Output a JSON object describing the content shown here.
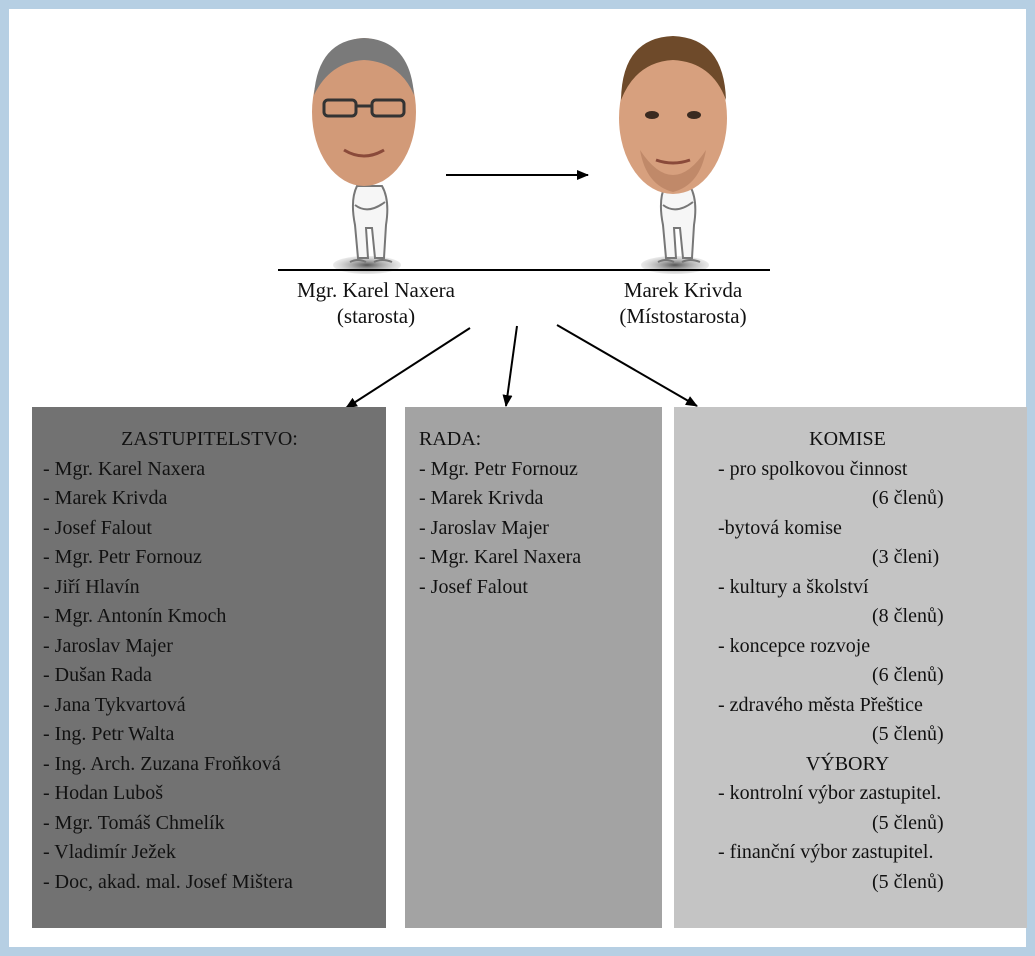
{
  "people": {
    "mayor": {
      "name": "Mgr. Karel Naxera",
      "role": "(starosta)"
    },
    "deputy": {
      "name": "Marek Krivda",
      "role": "(Místostarosta)"
    }
  },
  "zastupitelstvo": {
    "title": "ZASTUPITELSTVO:",
    "members": [
      "- Mgr. Karel Naxera",
      "- Marek Krivda",
      "- Josef Falout",
      "- Mgr. Petr Fornouz",
      "- Jiří Hlavín",
      "- Mgr. Antonín Kmoch",
      "- Jaroslav Majer",
      "- Dušan Rada",
      "- Jana Tykvartová",
      "- Ing. Petr Walta",
      "- Ing. Arch. Zuzana Froňková",
      "- Hodan Luboš",
      "- Mgr. Tomáš Chmelík",
      "- Vladimír Ježek",
      "- Doc, akad. mal. Josef Mištera"
    ]
  },
  "rada": {
    "title": "RADA:",
    "members": [
      "- Mgr. Petr Fornouz",
      "- Marek Krivda",
      "- Jaroslav Majer",
      "- Mgr. Karel Naxera",
      "- Josef Falout"
    ]
  },
  "komise": {
    "title": "KOMISE",
    "items": [
      {
        "name": "- pro spolkovou činnost",
        "count": "(6 členů)"
      },
      {
        "name": "-bytová komise",
        "count": "(3 členi)"
      },
      {
        "name": "- kultury a školství",
        "count": "(8 členů)"
      },
      {
        "name": "- koncepce rozvoje",
        "count": "(6 členů)"
      },
      {
        "name": "- zdravého města Přeštice",
        "count": "(5 členů)"
      }
    ]
  },
  "vybory": {
    "title": "VÝBORY",
    "items": [
      {
        "name": "- kontrolní výbor zastupitel.",
        "count": "(5 členů)"
      },
      {
        "name": "- finanční výbor zastupitel.",
        "count": "(5 členů)"
      }
    ]
  },
  "colors": {
    "frame": "#b6cfe3",
    "box_left": "#727272",
    "box_mid": "#a3a3a3",
    "box_right": "#c4c4c4"
  }
}
